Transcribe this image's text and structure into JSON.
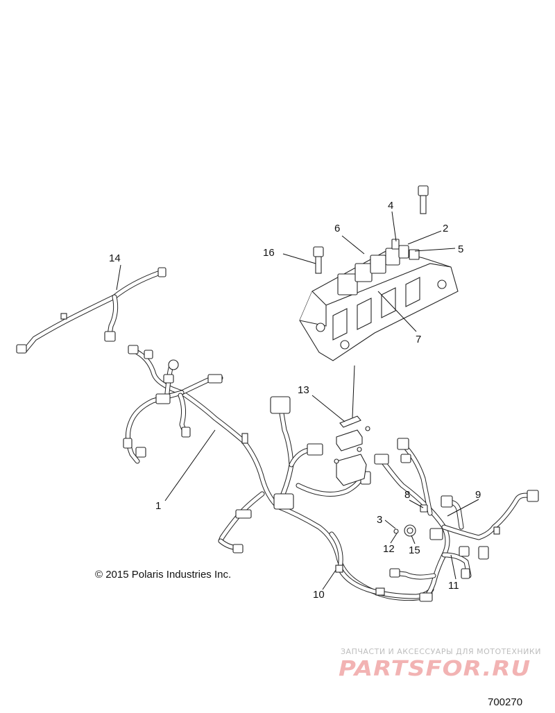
{
  "callouts": [
    {
      "id": "c1",
      "label": "1"
    },
    {
      "id": "c2",
      "label": "2"
    },
    {
      "id": "c3",
      "label": "3"
    },
    {
      "id": "c4",
      "label": "4"
    },
    {
      "id": "c5",
      "label": "5"
    },
    {
      "id": "c6",
      "label": "6"
    },
    {
      "id": "c7",
      "label": "7"
    },
    {
      "id": "c8",
      "label": "8"
    },
    {
      "id": "c9",
      "label": "9"
    },
    {
      "id": "c10",
      "label": "10"
    },
    {
      "id": "c11",
      "label": "11"
    },
    {
      "id": "c12",
      "label": "12"
    },
    {
      "id": "c13",
      "label": "13"
    },
    {
      "id": "c14",
      "label": "14"
    },
    {
      "id": "c15",
      "label": "15"
    },
    {
      "id": "c16",
      "label": "16"
    }
  ],
  "copyright": "© 2015 Polaris Industries Inc.",
  "watermark": {
    "tagline": "ЗАПЧАСТИ И АКСЕССУАРЫ ДЛЯ МОТОТЕХНИКИ",
    "logo": "PARTSFOR.RU",
    "tagline_color": "#bdbdbd",
    "logo_color": "#f2b3b3"
  },
  "figure_number": "700270"
}
